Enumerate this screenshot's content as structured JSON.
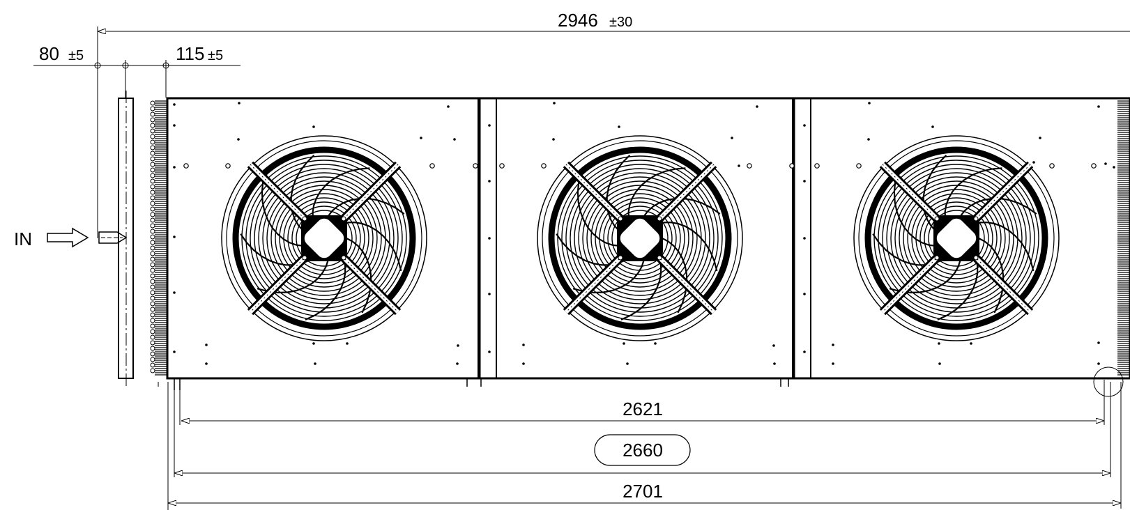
{
  "dimensions": {
    "overall": {
      "value": "2946",
      "tol": "±30"
    },
    "left_offset": {
      "value": "80",
      "tol": "±5"
    },
    "inlet_offset": {
      "value": "115",
      "tol": "±5"
    },
    "feet_spacing": "2621",
    "mount_spacing": "2660",
    "casing_length": "2701"
  },
  "labels": {
    "inlet": "IN"
  },
  "unit": {
    "fan_count": 3,
    "fan_icon": "axial-fan-icon"
  }
}
